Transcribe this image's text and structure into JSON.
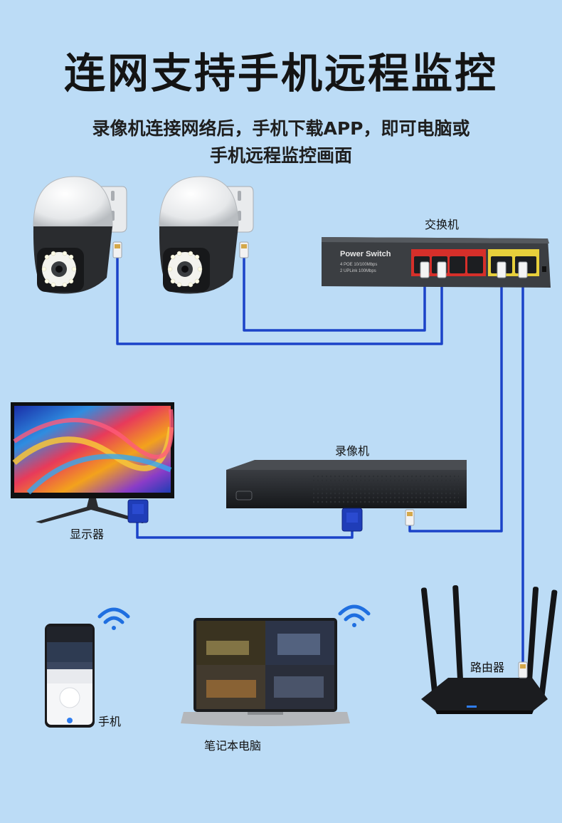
{
  "title": "连网支持手机远程监控",
  "subtitle_line1": "录像机连接网络后，手机下载APP，即可电脑或",
  "subtitle_line2": "手机远程监控画面",
  "labels": {
    "switch": "交换机",
    "nvr": "录像机",
    "monitor": "显示器",
    "router": "路由器",
    "phone": "手机",
    "laptop": "笔记本电脑"
  },
  "switch_panel": {
    "brand": "Power Switch",
    "spec1": "4 POE 10/100Mbps",
    "spec2": "2 UPLink 100Mbps"
  },
  "colors": {
    "cable": "#1b43c8",
    "background": "#bcdcf6"
  }
}
